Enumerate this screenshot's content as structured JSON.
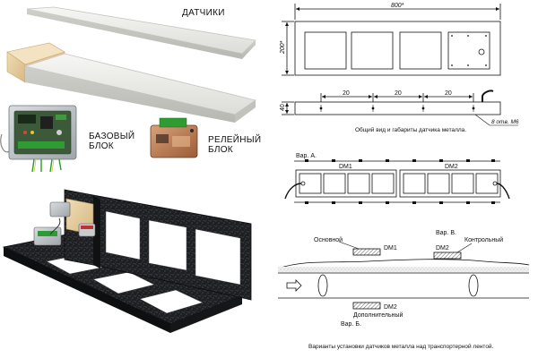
{
  "photos": {
    "sensors_label": "ДАТЧИКИ",
    "base_unit_label": "БАЗОВЫЙ\nБЛОК",
    "relay_unit_label": "РЕЛЕЙНЫЙ\nБЛОК"
  },
  "drawing_top": {
    "width_dim": "800*",
    "height_dim": "200*",
    "side_height_dim": "40",
    "spacing_dim_1": "20",
    "spacing_dim_2": "20",
    "spacing_dim_3": "20",
    "hole_note": "8 отв. М6",
    "caption": "Общий вид и габариты датчика металла."
  },
  "drawing_mid": {
    "variant_a": "Вар. А.",
    "dm1": "DM1",
    "dm2": "DM2"
  },
  "drawing_bottom": {
    "main_label": "Основной",
    "dm1": "DM1",
    "variant_b": "Вар. В.",
    "dm2_control": "DM2",
    "control_label": "Контрольный",
    "dm2_additional": "DM2",
    "additional_label": "Дополнительный",
    "variant_b2": "Вар. Б.",
    "caption": "Варианты установки датчиков металла над транспортерной лентой."
  }
}
